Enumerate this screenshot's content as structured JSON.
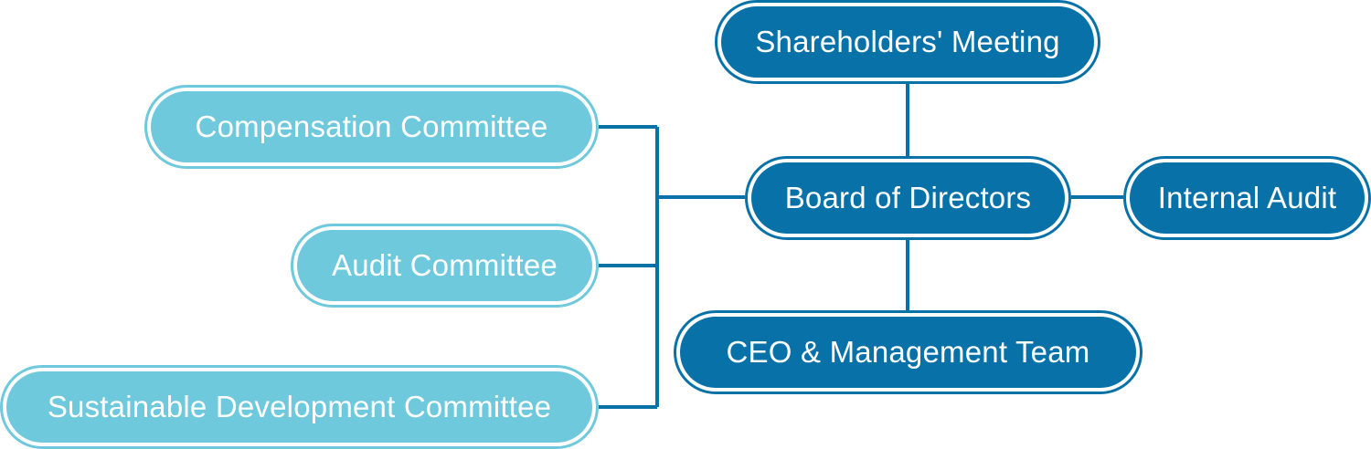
{
  "org_chart": {
    "shareholders_meeting": "Shareholders' Meeting",
    "board_of_directors": "Board of Directors",
    "internal_audit": "Internal Audit",
    "ceo_management_team": "CEO & Management Team",
    "committees": {
      "compensation": "Compensation Committee",
      "audit": "Audit Committee",
      "sustainable_development": "Sustainable Development Committee"
    }
  },
  "colors": {
    "primary_node": "#0872a8",
    "committee_node": "#6ec9dc",
    "connector": "#0872a8",
    "text": "#ffffff"
  }
}
